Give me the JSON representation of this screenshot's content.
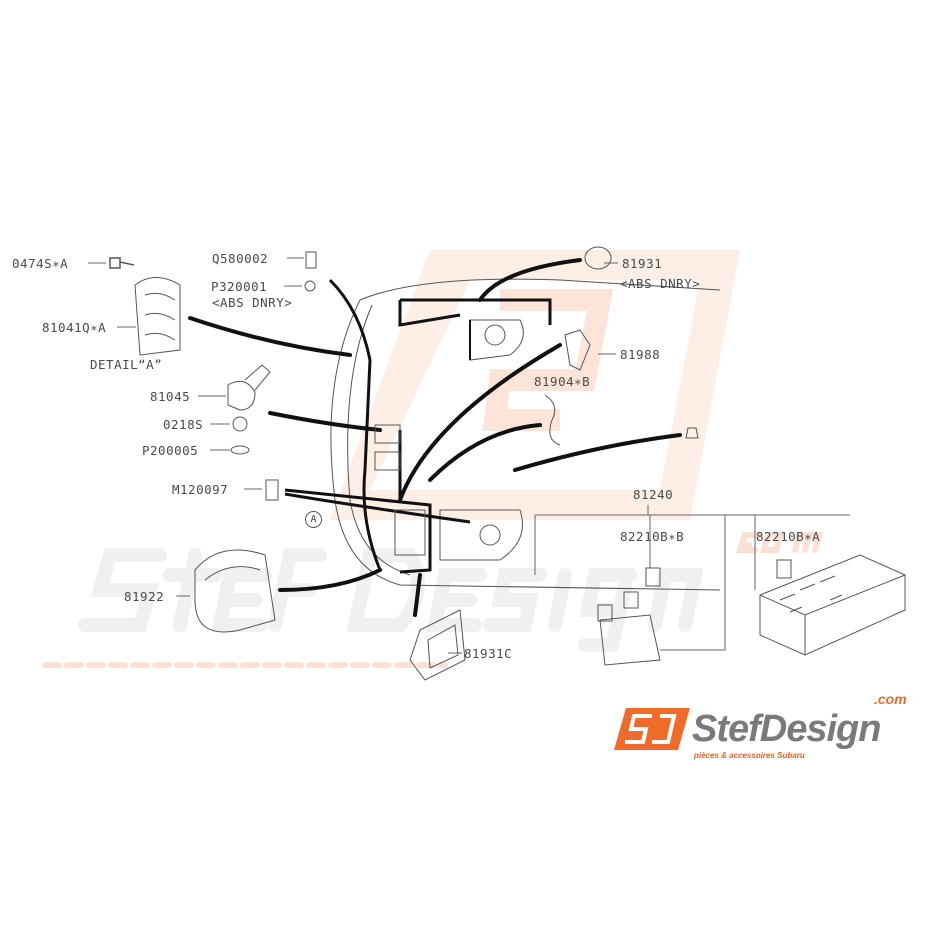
{
  "labels": {
    "l0474S": "0474S∗A",
    "q580002": "Q580002",
    "p320001": "P320001",
    "abs1": "<ABS DNRY>",
    "p81931": "81931",
    "abs2": "<ABS DNRY>",
    "p81041q": "81041Q∗A",
    "detailA": "DETAIL“A”",
    "p81988": "81988",
    "p81904": "81904∗B",
    "p81045": "81045",
    "p0218s": "0218S",
    "p200005": "P200005",
    "m120097": "M120097",
    "p81240": "81240",
    "p82210bb": "82210B∗B",
    "p82210ba": "82210B∗A",
    "markerA": "A",
    "p81922": "81922",
    "p81931c": "81931C"
  },
  "watermark": {
    "name": "StefDesign",
    "com": ".com",
    "tagline": "pièces & accessoires Subaru"
  },
  "logo": {
    "mark": "SD",
    "name": "StefDesign",
    "com": ".com",
    "tagline": "pièces & accessoires Subaru",
    "brand_color": "#f06a2a",
    "text_color": "#7a7a7a"
  }
}
